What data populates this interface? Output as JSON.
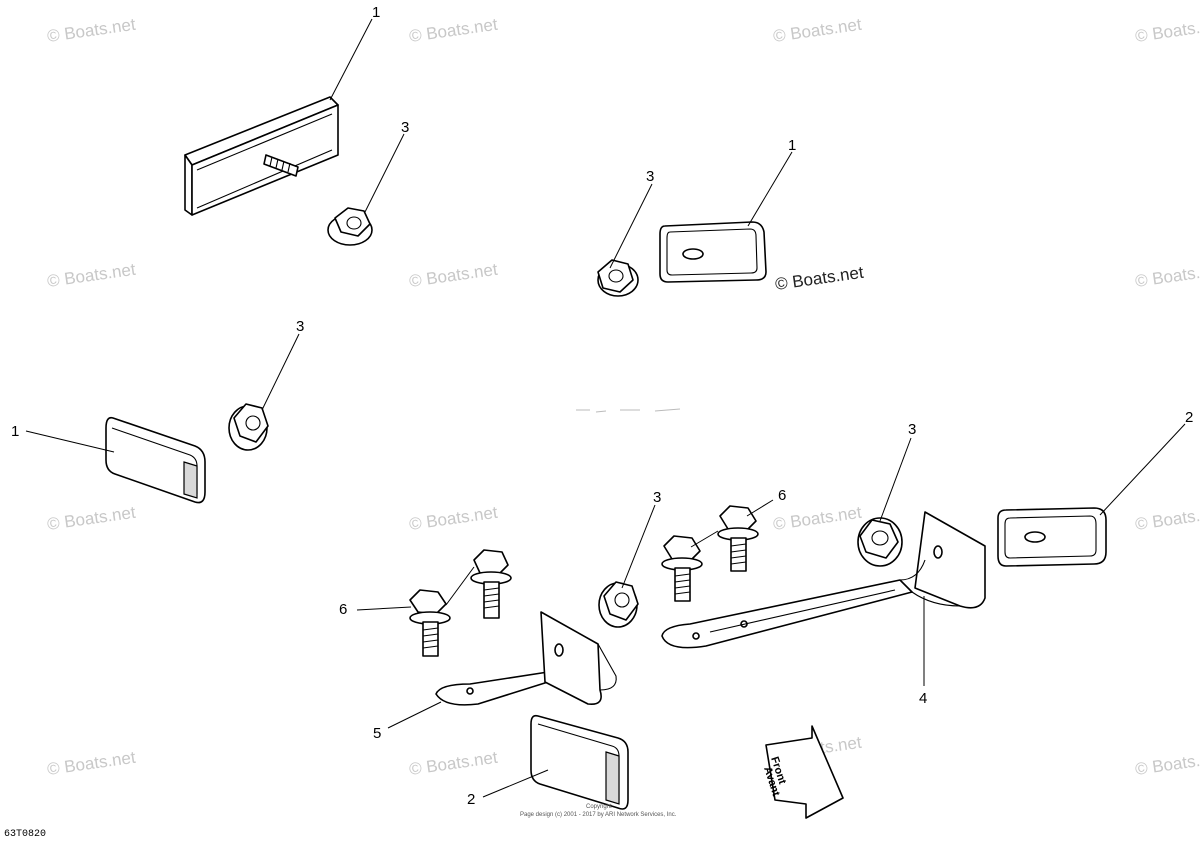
{
  "watermark": "© Boats.net",
  "diagram_code": "63T0820",
  "copyright_line1": "Copyright",
  "copyright_line2": "Page design (c) 2001 - 2017 by ARI Network Services, Inc.",
  "direction_label_1": "Front",
  "direction_label_2": "Avant",
  "callouts": {
    "c1a": "1",
    "c3a": "3",
    "c1b": "1",
    "c3b": "3",
    "c3c": "3",
    "c1c": "1",
    "c3d": "3",
    "c6a": "6",
    "c2a": "2",
    "c3e": "3",
    "c6b": "6",
    "c5": "5",
    "c4": "4",
    "c2b": "2"
  }
}
